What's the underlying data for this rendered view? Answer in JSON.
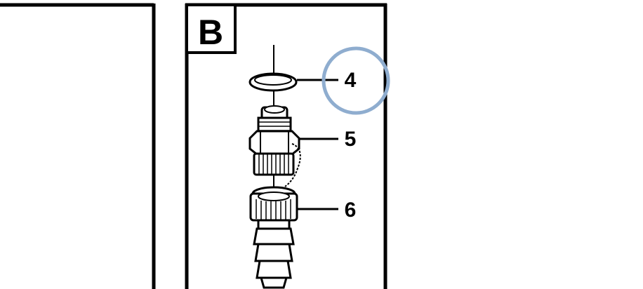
{
  "panel": {
    "label": "B"
  },
  "callouts": [
    {
      "number": "4",
      "part": "o-ring-seal",
      "highlighted": true
    },
    {
      "number": "5",
      "part": "threaded-adapter-with-cap"
    },
    {
      "number": "6",
      "part": "hose-barb-coupling"
    }
  ],
  "colors": {
    "line": "#000000",
    "background": "#ffffff",
    "highlight_circle": "#8fadcf"
  }
}
